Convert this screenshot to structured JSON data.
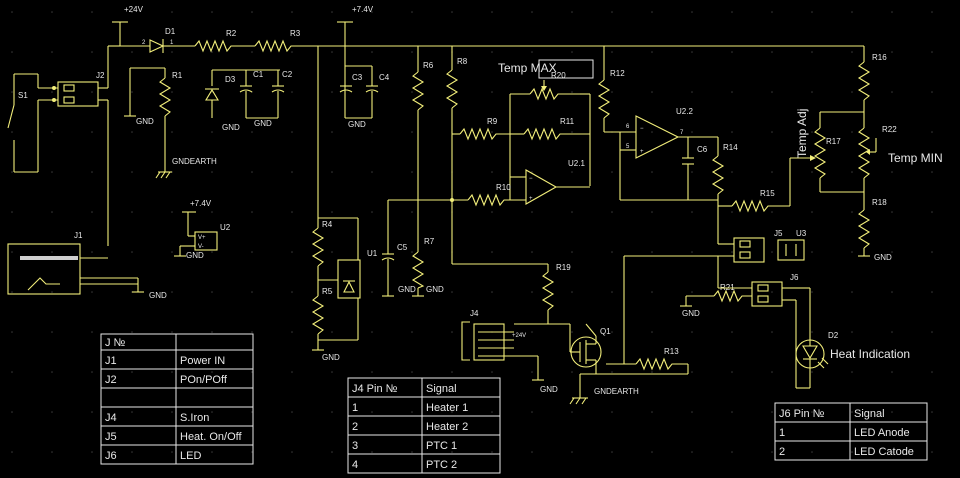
{
  "rails": {
    "v24": "+24V",
    "v74": "+7.4V",
    "v74_u2": "+7.4V"
  },
  "labels": {
    "gnd": "GND",
    "gndearth": "GNDEARTH",
    "plus24_j4": "+24V",
    "u2_vplus": "V+",
    "u2_vminus": "V-"
  },
  "annotations": {
    "temp_max": "Temp MAX",
    "temp_adj": "Temp Adj",
    "temp_min": "Temp MIN",
    "heat_indication": "Heat Indication"
  },
  "refs": {
    "D1": "D1",
    "R2": "R2",
    "R3": "R3",
    "R1": "R1",
    "D3": "D3",
    "C1": "C1",
    "C2": "C2",
    "C3": "C3",
    "C4": "C4",
    "R6": "R6",
    "R8": "R8",
    "R20": "R20",
    "R12": "R12",
    "R9": "R9",
    "R11": "R11",
    "R10": "R10",
    "U21": "U2.1",
    "U22": "U2.2",
    "C6": "C6",
    "R14": "R14",
    "R15": "R15",
    "R16": "R16",
    "R17": "R17",
    "R22": "R22",
    "R18": "R18",
    "J1": "J1",
    "J2": "J2",
    "S1": "S1",
    "U2": "U2",
    "R4": "R4",
    "R5": "R5",
    "U1": "U1",
    "C5": "C5",
    "R7": "R7",
    "R19": "R19",
    "J4": "J4",
    "Q1": "Q1",
    "R13": "R13",
    "J5": "J5",
    "U3": "U3",
    "R21": "R21",
    "J6": "J6",
    "D2": "D2"
  },
  "tables": {
    "j_table": {
      "header": [
        "J №",
        ""
      ],
      "rows": [
        [
          "J1",
          "Power IN"
        ],
        [
          "J2",
          "POn/POff"
        ],
        [
          "",
          ""
        ],
        [
          "J4",
          "S.Iron"
        ],
        [
          "J5",
          "Heat. On/Off"
        ],
        [
          "J6",
          "LED"
        ]
      ]
    },
    "j4_table": {
      "header": [
        "J4 Pin №",
        "Signal"
      ],
      "rows": [
        [
          "1",
          "Heater 1"
        ],
        [
          "2",
          "Heater 2"
        ],
        [
          "3",
          "PTC 1"
        ],
        [
          "4",
          "PTC 2"
        ]
      ]
    },
    "j6_table": {
      "header": [
        "J6 Pin №",
        "Signal"
      ],
      "rows": [
        [
          "1",
          "LED Anode"
        ],
        [
          "2",
          "LED Catode"
        ]
      ]
    }
  }
}
